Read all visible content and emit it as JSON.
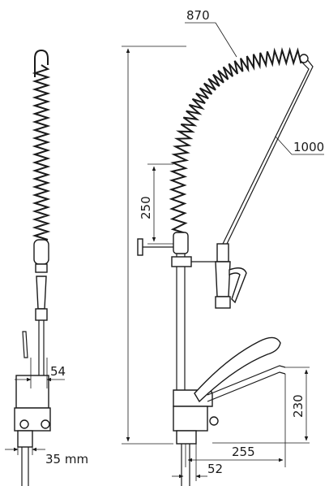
{
  "dimensions": {
    "hose_length": "870",
    "arm_length": "1000",
    "spring_height": "250",
    "side_depth": "54",
    "base_width": "35 mm",
    "spout_height": "230",
    "spout_reach": "255",
    "mount_offset": "52"
  },
  "style": {
    "line_color": "#1a1a1a",
    "background": "#ffffff"
  }
}
